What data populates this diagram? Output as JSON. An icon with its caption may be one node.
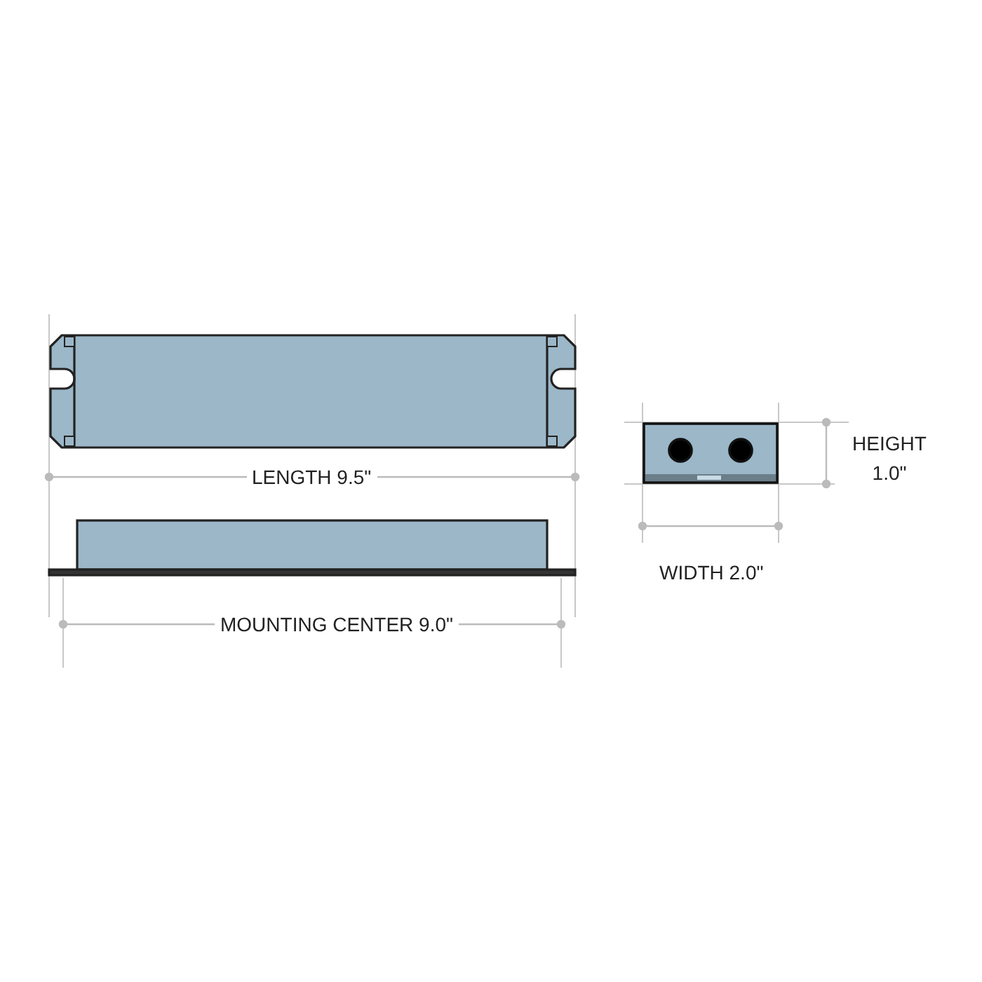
{
  "diagram": {
    "labels": [
      "LENGTH 9.5\"",
      "MOUNTING CENTER 9.0\"",
      "HEIGHT 1.0\"",
      "WIDTH 2.0\""
    ]
  }
}
